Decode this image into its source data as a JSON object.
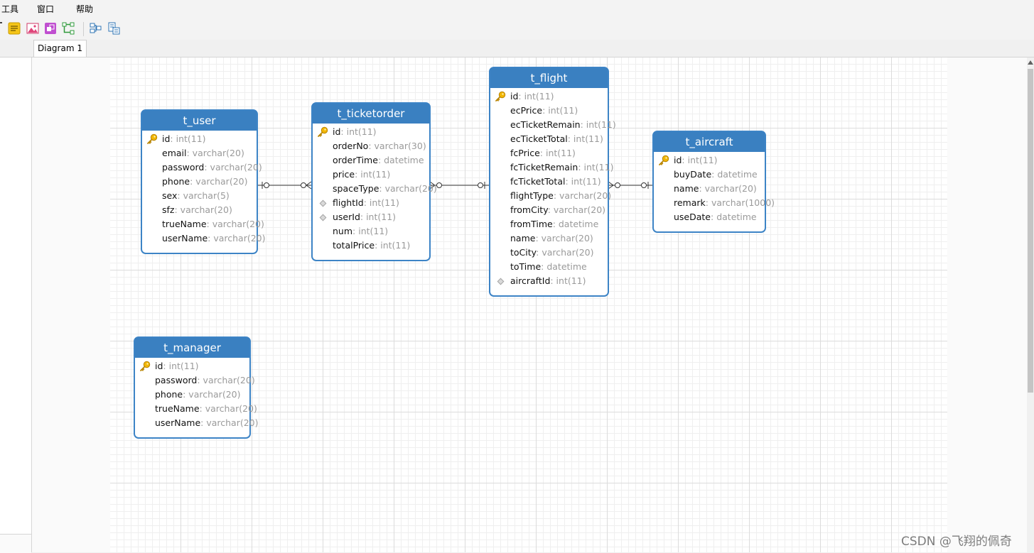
{
  "menu": {
    "items": [
      "工具",
      "窗口",
      "帮助"
    ]
  },
  "toolbar": {
    "buttons": [
      "note-icon",
      "image-icon",
      "shape-icon",
      "layout-icon",
      "auto-arrange-icon",
      "table-list-icon"
    ]
  },
  "tabs": [
    {
      "label": "Diagram 1"
    }
  ],
  "entities": [
    {
      "name": "t_user",
      "fields": [
        {
          "name": "id",
          "type": ": int(11)",
          "key": "primary"
        },
        {
          "name": "email",
          "type": ": varchar(20)",
          "key": ""
        },
        {
          "name": "password",
          "type": ": varchar(20)",
          "key": ""
        },
        {
          "name": "phone",
          "type": ": varchar(20)",
          "key": ""
        },
        {
          "name": "sex",
          "type": ": varchar(5)",
          "key": ""
        },
        {
          "name": "sfz",
          "type": ": varchar(20)",
          "key": ""
        },
        {
          "name": "trueName",
          "type": ": varchar(20)",
          "key": ""
        },
        {
          "name": "userName",
          "type": ": varchar(20)",
          "key": ""
        }
      ]
    },
    {
      "name": "t_ticketorder",
      "fields": [
        {
          "name": "id",
          "type": ": int(11)",
          "key": "primary"
        },
        {
          "name": "orderNo",
          "type": ": varchar(30)",
          "key": ""
        },
        {
          "name": "orderTime",
          "type": ": datetime",
          "key": ""
        },
        {
          "name": "price",
          "type": ": int(11)",
          "key": ""
        },
        {
          "name": "spaceType",
          "type": ": varchar(20)",
          "key": ""
        },
        {
          "name": "flightId",
          "type": ": int(11)",
          "key": "foreign"
        },
        {
          "name": "userId",
          "type": ": int(11)",
          "key": "foreign"
        },
        {
          "name": "num",
          "type": ": int(11)",
          "key": ""
        },
        {
          "name": "totalPrice",
          "type": ": int(11)",
          "key": ""
        }
      ]
    },
    {
      "name": "t_flight",
      "fields": [
        {
          "name": "id",
          "type": ": int(11)",
          "key": "primary"
        },
        {
          "name": "ecPrice",
          "type": ": int(11)",
          "key": ""
        },
        {
          "name": "ecTicketRemain",
          "type": ": int(11)",
          "key": ""
        },
        {
          "name": "ecTicketTotal",
          "type": ": int(11)",
          "key": ""
        },
        {
          "name": "fcPrice",
          "type": ": int(11)",
          "key": ""
        },
        {
          "name": "fcTicketRemain",
          "type": ": int(11)",
          "key": ""
        },
        {
          "name": "fcTicketTotal",
          "type": ": int(11)",
          "key": ""
        },
        {
          "name": "flightType",
          "type": ": varchar(20)",
          "key": ""
        },
        {
          "name": "fromCity",
          "type": ": varchar(20)",
          "key": ""
        },
        {
          "name": "fromTime",
          "type": ": datetime",
          "key": ""
        },
        {
          "name": "name",
          "type": ": varchar(20)",
          "key": ""
        },
        {
          "name": "toCity",
          "type": ": varchar(20)",
          "key": ""
        },
        {
          "name": "toTime",
          "type": ": datetime",
          "key": ""
        },
        {
          "name": "aircraftId",
          "type": ": int(11)",
          "key": "foreign"
        }
      ]
    },
    {
      "name": "t_aircraft",
      "fields": [
        {
          "name": "id",
          "type": ": int(11)",
          "key": "primary"
        },
        {
          "name": "buyDate",
          "type": ": datetime",
          "key": ""
        },
        {
          "name": "name",
          "type": ": varchar(20)",
          "key": ""
        },
        {
          "name": "remark",
          "type": ": varchar(1000)",
          "key": ""
        },
        {
          "name": "useDate",
          "type": ": datetime",
          "key": ""
        }
      ]
    },
    {
      "name": "t_manager",
      "fields": [
        {
          "name": "id",
          "type": ": int(11)",
          "key": "primary"
        },
        {
          "name": "password",
          "type": ": varchar(20)",
          "key": ""
        },
        {
          "name": "phone",
          "type": ": varchar(20)",
          "key": ""
        },
        {
          "name": "trueName",
          "type": ": varchar(20)",
          "key": ""
        },
        {
          "name": "userName",
          "type": ": varchar(20)",
          "key": ""
        }
      ]
    }
  ],
  "relations": [
    {
      "from": "t_user",
      "to": "t_ticketorder",
      "from_end": "one-optional",
      "to_end": "many-optional"
    },
    {
      "from": "t_ticketorder",
      "to": "t_flight",
      "from_end": "many-optional",
      "to_end": "one-optional"
    },
    {
      "from": "t_flight",
      "to": "t_aircraft",
      "from_end": "many-optional",
      "to_end": "one-optional"
    }
  ],
  "colors": {
    "entity_header": "#3a80c1",
    "entity_border": "#3d84c6",
    "type_text": "#9a9a9a",
    "grid": "#dcdcdc"
  },
  "watermark": "CSDN @飞翔的佩奇"
}
